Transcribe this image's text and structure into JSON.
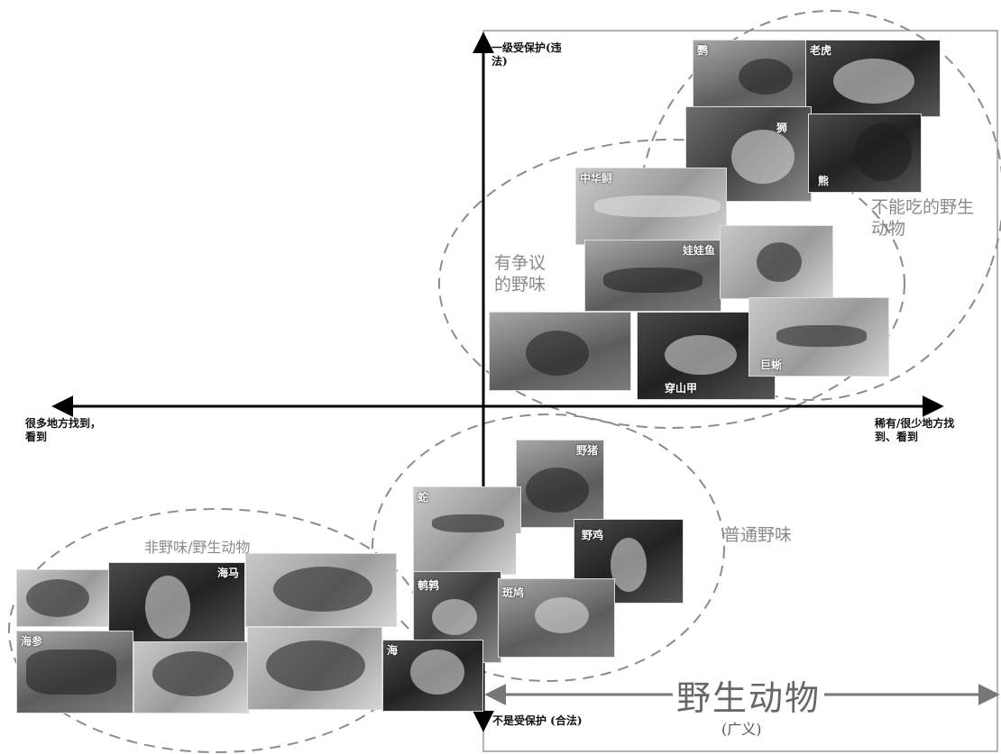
{
  "axes": {
    "top": "一级受保护(违\n法)",
    "bottom": "不是受保护 (合法)",
    "left": "很多地方找到，\n看到",
    "right": "稀有/很少地方找\n到、看到"
  },
  "clusters": {
    "cannot_eat": "不能吃的野生\n动物",
    "controversial": "有争议\n的野味",
    "common_game": "普通野味",
    "non_game": "非野味/野生动物"
  },
  "footer": {
    "title": "野生动物",
    "subtitle": "(广义)"
  },
  "photos": [
    {
      "id": "tr1",
      "label": "鹦"
    },
    {
      "id": "tr2",
      "label": "老虎"
    },
    {
      "id": "tr3",
      "label": "狮"
    },
    {
      "id": "tr4",
      "label": "熊"
    },
    {
      "id": "tr5",
      "label": ""
    },
    {
      "id": "tr6",
      "label": "中华鲟"
    },
    {
      "id": "tr7",
      "label": "娃娃鱼"
    },
    {
      "id": "tr8",
      "label": ""
    },
    {
      "id": "tr9",
      "label": ""
    },
    {
      "id": "tr10",
      "label": ""
    },
    {
      "id": "tr11",
      "label": "穿山甲"
    },
    {
      "id": "tr12",
      "label": "巨蜥"
    },
    {
      "id": "br1",
      "label": "野猪"
    },
    {
      "id": "br2",
      "label": "蛇"
    },
    {
      "id": "br3",
      "label": "野鸡"
    },
    {
      "id": "br4",
      "label": "鹌鹑"
    },
    {
      "id": "br5",
      "label": "斑鸠"
    },
    {
      "id": "bl1",
      "label": ""
    },
    {
      "id": "bl2",
      "label": "海马"
    },
    {
      "id": "bl3",
      "label": ""
    },
    {
      "id": "bl4",
      "label": "海参"
    },
    {
      "id": "bl5",
      "label": ""
    },
    {
      "id": "bl6",
      "label": ""
    },
    {
      "id": "bl7",
      "label": "海"
    }
  ]
}
